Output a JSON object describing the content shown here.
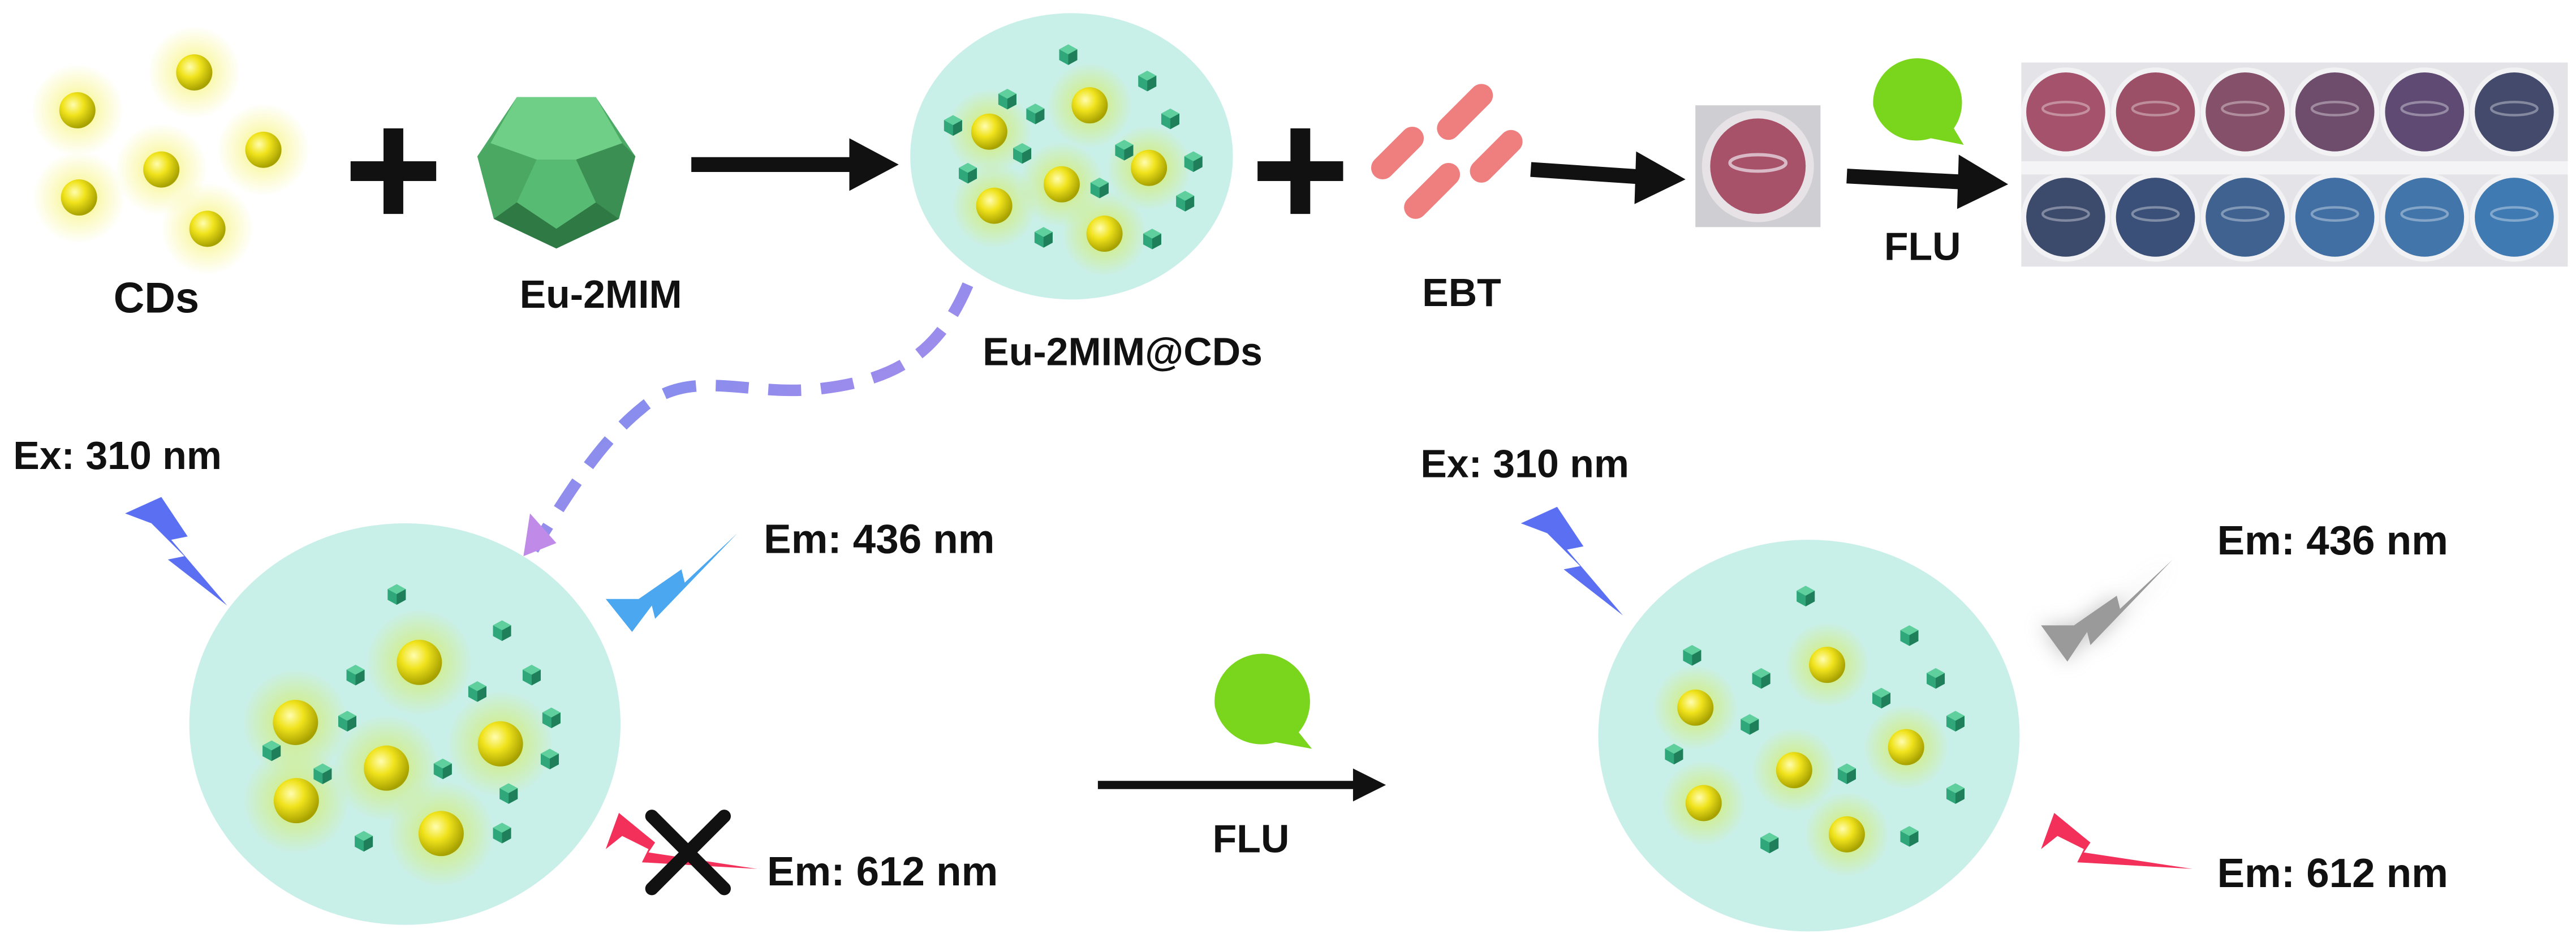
{
  "labels": {
    "cds": "CDs",
    "eu2mim": "Eu-2MIM",
    "composite": "Eu-2MIM@CDs",
    "ebt": "EBT",
    "flu_top": "FLU",
    "flu_bottom": "FLU",
    "ex_left": "Ex: 310 nm",
    "em436_left": "Em: 436 nm",
    "em612_left": "Em: 612 nm",
    "ex_right": "Ex: 310 nm",
    "em436_right": "Em: 436 nm",
    "em612_right": "Em: 612 nm"
  },
  "colors": {
    "carbon_dot": "#f2ea1a",
    "carbon_dot_glow": "#f5ef3d",
    "eu2mim_crystal": "#4fb26b",
    "small_crystal": "#2fa77a",
    "composite_fill": "#c9efe9",
    "ebt_stick": "#ef7f7f",
    "flu_drop": "#7ad61d",
    "excitation_bolt": "#5b6ff2",
    "emission_436_bolt": "#4aa7f0",
    "emission_612_bolt": "#f2305a",
    "quenched_436_bolt": "#9a9a9a",
    "dashed_arrow_start": "#6b8ef0",
    "dashed_arrow_end": "#c08be8",
    "well_red_pink": "#a8526a",
    "well_purple": "#4a4470",
    "well_blue": "#3f78b0"
  },
  "well_plate": {
    "row1": [
      "#a5536c",
      "#9c5068",
      "#855069",
      "#6e4c6c",
      "#5e4a72",
      "#444a6c"
    ],
    "row2": [
      "#3c4a6c",
      "#3b5078",
      "#3f6291",
      "#416fa3",
      "#4276ab",
      "#3f7ab3"
    ]
  },
  "icons": {
    "drop": "drop-icon",
    "cross": "cross-icon",
    "bolt": "lightning-bolt-icon"
  }
}
